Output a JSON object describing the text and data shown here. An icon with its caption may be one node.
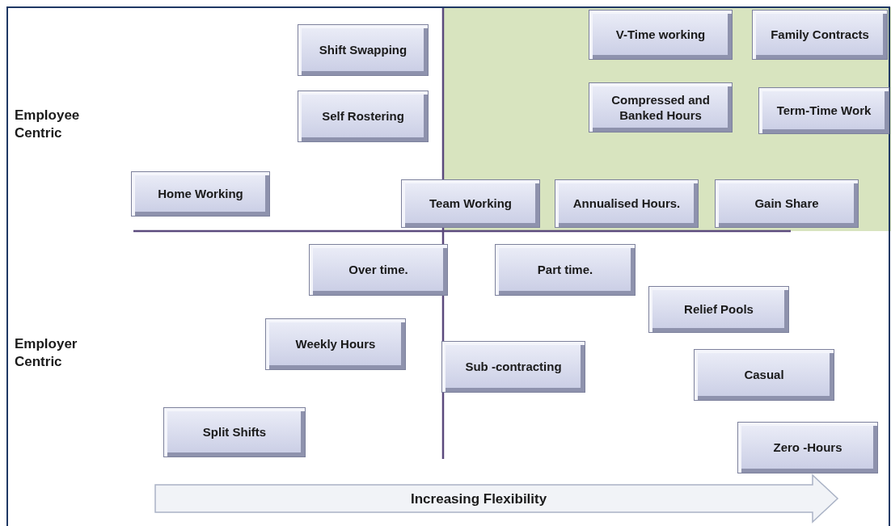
{
  "diagram": {
    "nodes": [
      {
        "text": [
          "Shift Swapping"
        ]
      },
      {
        "text": [
          "V-Time working"
        ]
      },
      {
        "text": [
          "Family Contracts"
        ]
      },
      {
        "text": [
          "Self Rostering"
        ]
      },
      {
        "text": [
          "Compressed and Banked Hours"
        ]
      },
      {
        "text": [
          "Term-Time Work"
        ]
      },
      {
        "text": [
          "Home Working"
        ]
      },
      {
        "text": [
          "Team Working"
        ]
      },
      {
        "text": [
          "Annualised Hours."
        ]
      },
      {
        "text": [
          "Gain Share"
        ]
      },
      {
        "text": [
          "Over time."
        ]
      },
      {
        "text": [
          "Part time."
        ]
      },
      {
        "text": [
          "Relief Pools"
        ]
      },
      {
        "text": [
          "Weekly Hours"
        ]
      },
      {
        "text": [
          "Sub -contracting"
        ]
      },
      {
        "text": [
          "Casual"
        ]
      },
      {
        "text": [
          "Split Shifts"
        ]
      },
      {
        "text": [
          "Zero -Hours"
        ]
      }
    ],
    "edges": [],
    "labels": [
      "Employee Centric",
      "Employer Centric",
      "Increasing Flexibility"
    ]
  }
}
